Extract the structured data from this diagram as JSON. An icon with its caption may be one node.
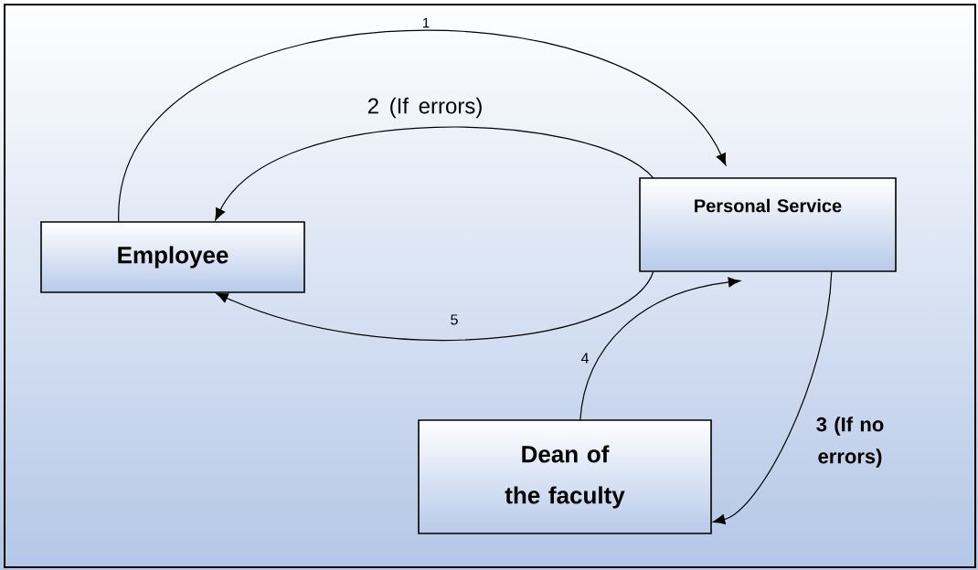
{
  "diagram": {
    "nodes": [
      {
        "text": [
          "Employee"
        ]
      },
      {
        "text": [
          "Personal Service"
        ]
      },
      {
        "text": [
          "Dean of the faculty"
        ]
      }
    ],
    "edges": [
      {
        "from": 0,
        "to": 1,
        "arrow": "to",
        "label": "1"
      },
      {
        "from": 1,
        "to": 0,
        "arrow": "to",
        "label": "2 (If errors)"
      },
      {
        "from": 1,
        "to": 2,
        "arrow": "to",
        "label": "3 (If no errors)"
      },
      {
        "from": 2,
        "to": 1,
        "arrow": "to",
        "label": "4"
      },
      {
        "from": 1,
        "to": 0,
        "arrow": "to",
        "label": "5"
      }
    ]
  }
}
